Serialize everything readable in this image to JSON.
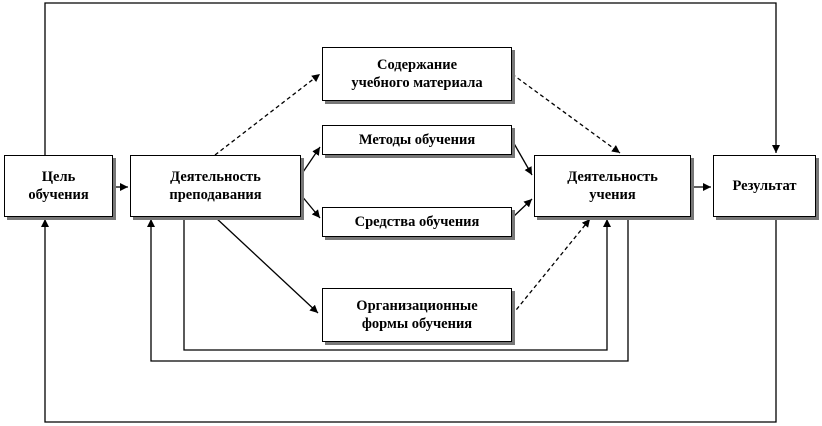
{
  "nodes": {
    "goal": "Цель\nобучения",
    "teaching": "Деятельность\nпреподавания",
    "content": "Содержание\nучебного материала",
    "methods": "Методы   обучения",
    "means": "Средства обучения",
    "forms": "Организационные\nформы    обучения",
    "learning": "Деятельность\nучения",
    "result": "Результат"
  },
  "edges": [
    {
      "from": "goal",
      "to": "teaching",
      "style": "solid"
    },
    {
      "from": "teaching",
      "to": "content",
      "style": "dashed"
    },
    {
      "from": "teaching",
      "to": "methods",
      "style": "solid"
    },
    {
      "from": "teaching",
      "to": "means",
      "style": "solid"
    },
    {
      "from": "teaching",
      "to": "forms",
      "style": "solid"
    },
    {
      "from": "content",
      "to": "learning",
      "style": "dashed"
    },
    {
      "from": "methods",
      "to": "learning",
      "style": "solid"
    },
    {
      "from": "means",
      "to": "learning",
      "style": "solid"
    },
    {
      "from": "forms",
      "to": "learning",
      "style": "dashed"
    },
    {
      "from": "learning",
      "to": "result",
      "style": "solid"
    },
    {
      "from": "goal",
      "to": "result",
      "style": "solid",
      "route": "top-loop"
    },
    {
      "from": "result",
      "to": "goal",
      "style": "solid",
      "route": "bottom-loop"
    },
    {
      "from": "teaching",
      "to": "learning",
      "style": "solid",
      "route": "inner-loop"
    },
    {
      "from": "learning",
      "to": "teaching",
      "style": "solid",
      "route": "outer-loop"
    }
  ]
}
